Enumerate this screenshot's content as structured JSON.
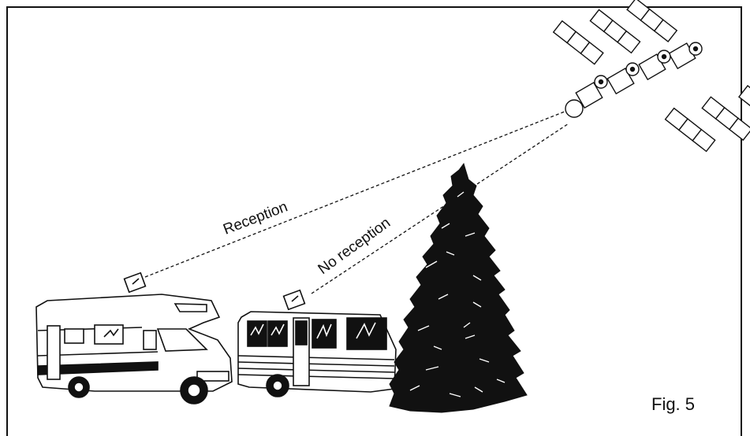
{
  "labels": {
    "reception": "Reception",
    "no_reception": "No reception",
    "figure": "Fig. 5"
  },
  "icons": {
    "satellite": "satellite-icon",
    "motorhome": "motorhome-icon",
    "van": "van-icon",
    "tree": "tree-icon"
  },
  "colors": {
    "ink": "#111111",
    "paper": "#ffffff"
  }
}
